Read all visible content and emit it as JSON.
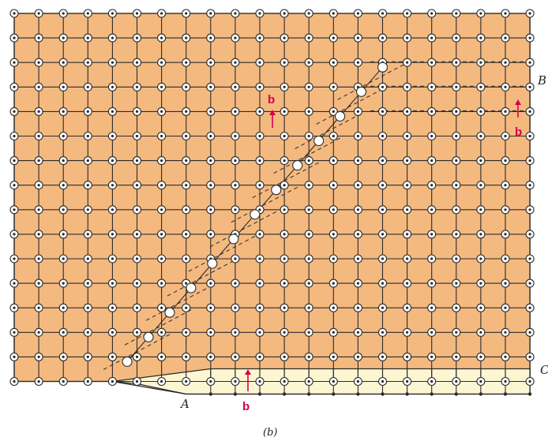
{
  "figure": {
    "caption": "(b)",
    "points": {
      "A": "A",
      "B": "B",
      "C": "C"
    },
    "burgers_vector_label": "b",
    "colors": {
      "crystal": "#f4b97f",
      "slipped_region": "#fdf6d3",
      "lattice_line": "#2b2b2b",
      "burgers_arrow": "#d6004f"
    }
  }
}
